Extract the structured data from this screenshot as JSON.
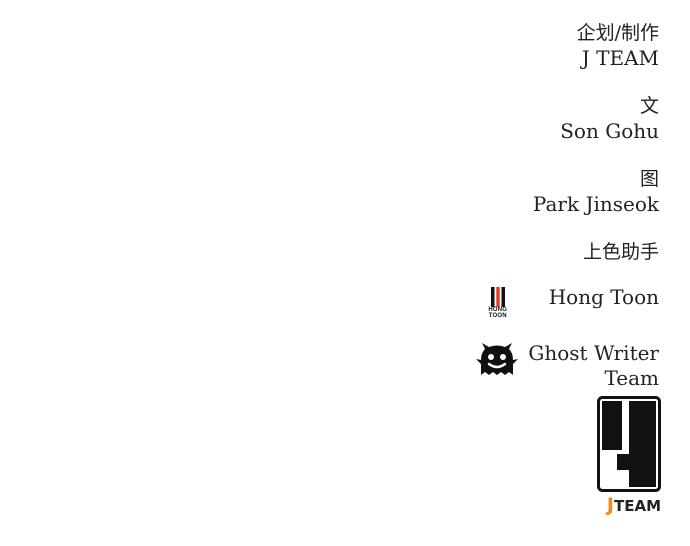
{
  "credits": {
    "planning": {
      "role": "企划/制作",
      "name": "J TEAM"
    },
    "story": {
      "role": "文",
      "name": "Son Gohu"
    },
    "art": {
      "role": "图",
      "name": "Park Jinseok"
    },
    "coloring": {
      "role": "上色助手",
      "studios": [
        {
          "name": "Hong Toon",
          "logo_text_1": "HONG",
          "logo_text_2": "TOON",
          "icon": "hong-toon-logo"
        },
        {
          "name_line1": "Ghost Writer",
          "name_line2": "Team",
          "icon": "ghost-writer-logo"
        }
      ]
    }
  },
  "brand": {
    "letter": "J",
    "word": "TEAM",
    "accent_color": "#f18a1c"
  }
}
